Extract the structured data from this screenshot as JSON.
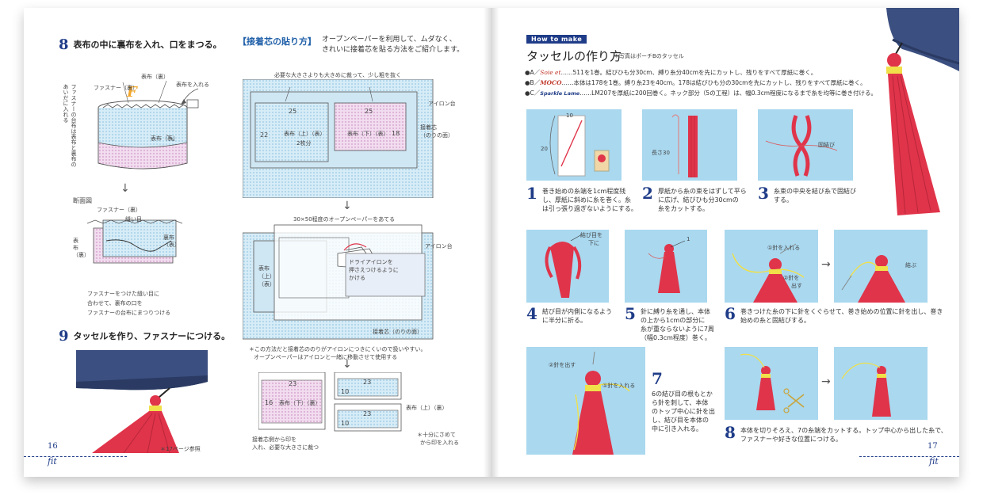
{
  "left": {
    "step8": {
      "num": "8",
      "title": "表布の中に裏布を入れ、口をまつる。"
    },
    "fig8": {
      "label_omote": "表布（裏）",
      "label_fastener": "ファスナー（裏）",
      "label_insert": "表布を入れる",
      "label_omote_face": "表布（表）",
      "vertical_note": "ファスナーの台布は表布と裏布のあいだに入れる",
      "section_title": "断面図",
      "sec_fastener": "ファスナー（裏）",
      "sec_seam": "縫い目",
      "sec_omote": "表布（裏）",
      "sec_ura": "裏布（表）",
      "sec_note_1": "ファスナーをつけた縫い目に",
      "sec_note_2": "合わせて、裏布の口を",
      "sec_note_3": "ファスナーの台布にまつりつける",
      "monogram": "F"
    },
    "step9": {
      "num": "9",
      "title": "タッセルを作り、ファスナーにつける。"
    },
    "photo_note": "＊17ページ参照",
    "interfacing": {
      "title": "【接着芯の貼り方】",
      "lead_1": "オープンペーパーを利用して、ムダなく、",
      "lead_2": "きれいに接着芯を貼る方法をご紹介します。",
      "d1_note": "必要な大きさよりも大きめに裁って、少し粗を抜く",
      "d1_iron": "アイロン台",
      "d1_piece1": "表布（上）（表）",
      "d1_piece1b": "2枚分",
      "d1_piece2": "表布（下）（表）",
      "d1_w1": "25",
      "d1_w2": "25",
      "d1_h1": "22",
      "d1_h2": "18",
      "d1_interfacing": "接着芯",
      "d1_glue": "（のりの面）",
      "d2_note": "30×50程度のオープンペーパーをあてる",
      "d2_iron": "アイロン台",
      "d2_piece": "表布",
      "d2_piece_b": "（上）",
      "d2_piece_c": "（表）",
      "d2_dry_1": "ドライアイロンを",
      "d2_dry_2": "押さえつけるように",
      "d2_dry_3": "かける",
      "d2_bottom": "接着芯（のりの面）",
      "note_1": "＊この方法だと接着芯ののりがアイロンにつきにくいので扱いやすい。",
      "note_2": "オープンペーパーはアイロンと一緒に移動させて使用する",
      "d3_w1": "23",
      "d3_w2": "23",
      "d3_w3": "23",
      "d3_h1": "16",
      "d3_h2": "10",
      "d3_h3": "10",
      "d3_piece1": "表布（下）（裏）",
      "d3_piece2": "表布（上）（裏）",
      "d3_note_1": "接着芯側から印を",
      "d3_note_2": "入れ、必要な大きさに裁つ",
      "d3_side_1": "＊十分にさめて",
      "d3_side_2": "から印を入れる"
    },
    "folio": "16",
    "brand": "fit"
  },
  "right": {
    "badge": "How to make",
    "title": "タッセルの作り方",
    "subnote": "＊写真はポーチBのタッセル",
    "materials": [
      {
        "mark": "●A／",
        "brand": "Soie et",
        "text": "……511を1巻。結びひも分30cm、縛り糸分40cmを先にカットし、残りをすべて厚紙に巻く。"
      },
      {
        "mark": "●B／",
        "brand": "MOCO",
        "text": "……本体は178を1巻。縛り糸23を40cm。178は結びひも分の30cmを先にカットし、残りをすべて厚紙に巻く。"
      },
      {
        "mark": "●C／",
        "brand": "Sparkle Lame",
        "text": "……LM207を厚紙に200回巻く。ネック部分（5の工程）は、幅0.3cm程度になるまで糸を均等に巻き付ける。"
      }
    ],
    "steps": [
      {
        "num": "1",
        "line1": "巻き始めの糸端を1cm程度残",
        "line2": "し、厚紙に斜めに糸を巻く。糸",
        "line3": "は引っ張り過ぎないようにする。",
        "fig_10": "10",
        "fig_20": "20"
      },
      {
        "num": "2",
        "line1": "厚紙から糸の束をはずして平ら",
        "line2": "に広げ、結びひも分30cmの",
        "line3": "糸をカットする。",
        "fig_len": "長さ30"
      },
      {
        "num": "3",
        "line1": "糸束の中央を結び糸で固結び",
        "line2": "する。",
        "line3": "",
        "fig_knot": "固結び"
      },
      {
        "num": "4",
        "line1": "結び目が内側になるよう",
        "line2": "に半分に折る。",
        "line3": "",
        "fig_1": "結び目を",
        "fig_2": "下に"
      },
      {
        "num": "5",
        "line1": "針に縛り糸を通し、本体",
        "line2": "の上から1cmの部分に",
        "line3": "糸が重ならないように7周",
        "line4": "（幅0.3cm程度）巻く。",
        "fig_1": "1"
      },
      {
        "num": "6",
        "line1": "巻きつけた糸の下に針をくぐらせて、巻き始めの位置に針を出し、巻き",
        "line2": "始めの糸と固結びする。",
        "fig_a": "①針を入れる",
        "fig_b": "②針を",
        "fig_c": "出す",
        "fig_d": "結ぶ"
      },
      {
        "num": "7",
        "line1": "6の結び目の根もとか",
        "line2": "ら針を刺して、本体",
        "line3": "のトップ中心に針を出",
        "line4": "し、結び目を本体の",
        "line5": "中に引き入れる。",
        "fig_a": "②針を出す",
        "fig_b": "①針を入れる"
      },
      {
        "num": "8",
        "line1": "本体を切りそろえ、7の糸端をカットする。トップ中心から出した糸で、",
        "line2": "ファスナーや好きな位置につける。"
      }
    ],
    "folio": "17",
    "brand": "fit",
    "colors": {
      "accent": "#1f3c88",
      "photo_bg": "#a9d8ef",
      "tassel_red": "#e0344a",
      "ring_yellow": "#f0e04a"
    }
  }
}
